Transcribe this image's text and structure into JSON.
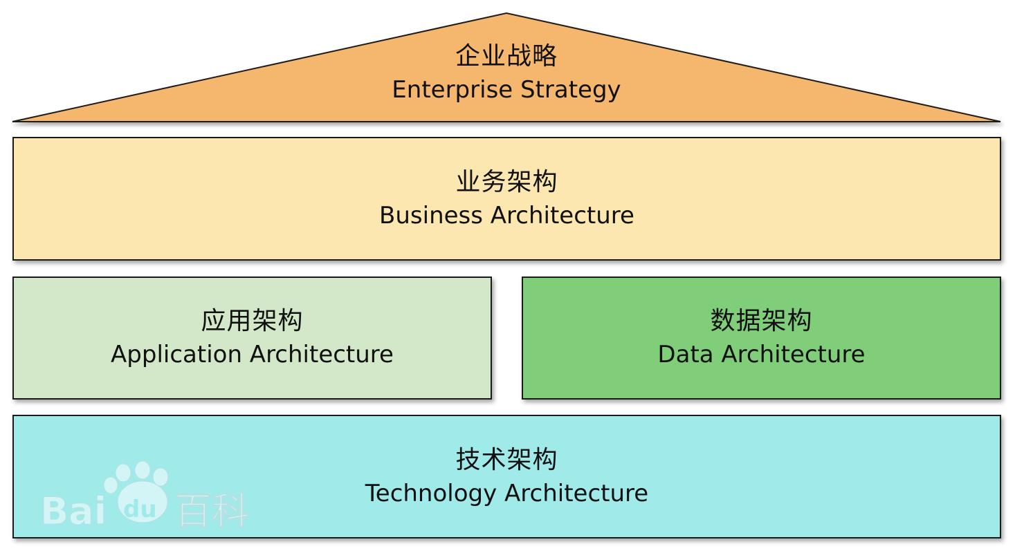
{
  "diagram": {
    "roof": {
      "title_zh": "企业战略",
      "title_en": "Enterprise Strategy",
      "color": "#f5b76e"
    },
    "layers": {
      "business": {
        "title_zh": "业务架构",
        "title_en": "Business Architecture",
        "color": "#fde7b0"
      },
      "application": {
        "title_zh": "应用架构",
        "title_en": "Application Architecture",
        "color": "#d3e8c8"
      },
      "data": {
        "title_zh": "数据架构",
        "title_en": "Data Architecture",
        "color": "#80cd7a"
      },
      "technology": {
        "title_zh": "技术架构",
        "title_en": "Technology Architecture",
        "color": "#a0eaea"
      }
    }
  },
  "watermark": {
    "text_latin": "Bai",
    "text_du": "du",
    "text_zh": "百科"
  }
}
